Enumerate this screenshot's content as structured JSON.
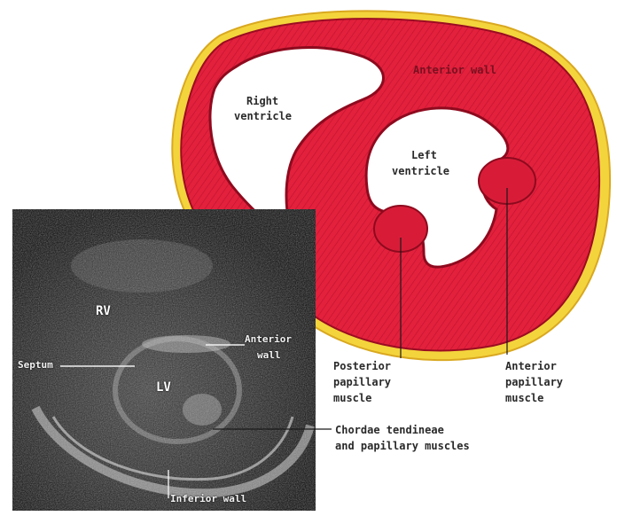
{
  "diagram": {
    "heart_labels": {
      "anterior_wall": "Anterior wall",
      "right_ventricle_line1": "Right",
      "right_ventricle_line2": "ventricle",
      "left_ventricle_line1": "Left",
      "left_ventricle_line2": "ventricle",
      "posterior_papillary_line1": "Posterior",
      "posterior_papillary_line2": "papillary",
      "posterior_papillary_line3": "muscle",
      "anterior_papillary_line1": "Anterior",
      "anterior_papillary_line2": "papillary",
      "anterior_papillary_line3": "muscle",
      "chordae_line1": "Chordae tendineae",
      "chordae_line2": "and papillary muscles"
    },
    "echo_labels": {
      "rv": "RV",
      "lv": "LV",
      "septum": "Septum",
      "anterior_wall_line1": "Anterior",
      "anterior_wall_line2": "wall",
      "inferior_wall": "Inferior wall"
    },
    "colors": {
      "myocardium": "#e8203c",
      "myocardium_dark": "#b01028",
      "fat": "#f3d23a",
      "echo_bg": "#050505",
      "leader": "#1a1a1a"
    }
  }
}
